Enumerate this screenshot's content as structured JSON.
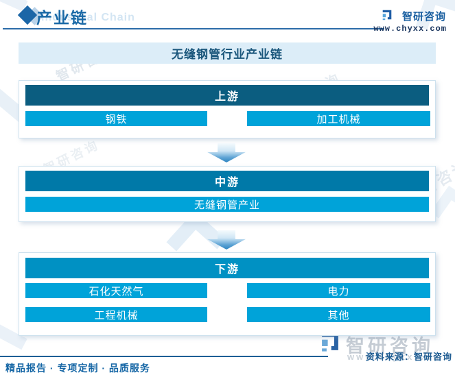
{
  "header": {
    "title": "产业链",
    "subtitle_en": "Industrial Chain",
    "brand": "智研咨询",
    "website": "www.chyxx.com"
  },
  "chart_title": "无缝钢管行业产业链",
  "sections": [
    {
      "label": "上游",
      "items": [
        "钢铁",
        "加工机械"
      ]
    },
    {
      "label": "中游",
      "items": [
        "无缝钢管产业"
      ]
    },
    {
      "label": "下游",
      "items": [
        "石化天然气",
        "电力",
        "工程机械",
        "其他"
      ]
    }
  ],
  "footer": {
    "brand": "智研咨询",
    "website": "www.chyxx.com",
    "source": "资料来源：智研咨询",
    "tagline": "精品报告 · 专项定制 · 品质服务"
  },
  "watermark": {
    "text": "智研咨询"
  },
  "colors": {
    "upstream_header": "#0b5d80",
    "midstream_header": "#0079a8",
    "downstream_header": "#0091c3",
    "item_bar": "#00a3d9",
    "title_bar_bg": "#dcedf8",
    "accent_blue": "#1a69a6",
    "rule_blue": "#2b6ba8",
    "gray_logo": "#c5ccd4"
  }
}
